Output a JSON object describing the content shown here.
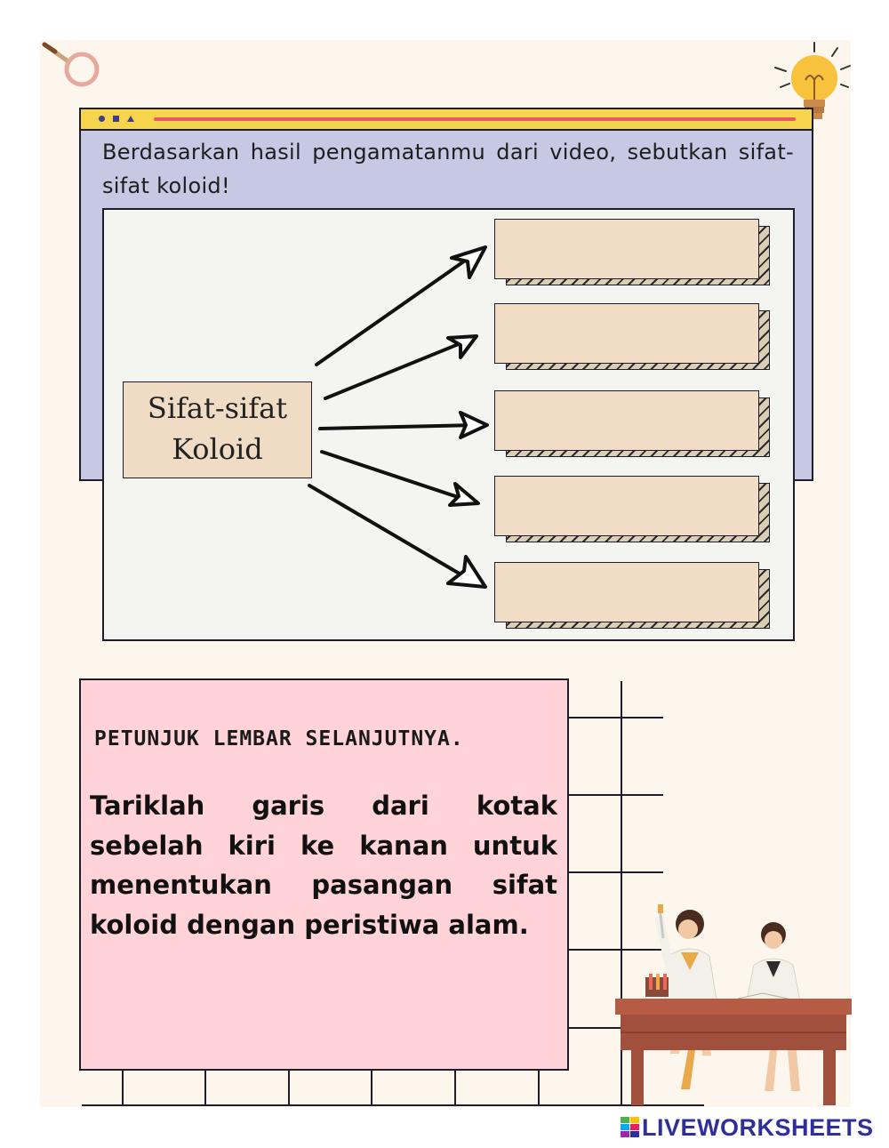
{
  "window": {
    "question": "Berdasarkan hasil pengamatanmu dari video, sebutkan sifat-sifat koloid!"
  },
  "diagram": {
    "source_line1": "Sifat-sifat",
    "source_line2": "Koloid",
    "answer_boxes": [
      "",
      "",
      "",
      "",
      ""
    ]
  },
  "instructions": {
    "title": "PETUNJUK LEMBAR SELANJUTNYA.",
    "text": "Tariklah garis dari kotak sebelah kiri ke kanan untuk menentukan pasangan sifat koloid dengan peristiwa alam."
  },
  "branding": {
    "logo_text": "LIVEWORKSHEETS",
    "colors": {
      "primary": "#2f2f9c",
      "accent_yellow": "#f6d44c",
      "accent_red": "#e7566b",
      "card_pink": "#ffd3d7",
      "box_beige": "#f1dcc6",
      "window_lavender": "#c7c8e3"
    }
  },
  "icons": [
    "magnifier-icon",
    "lightbulb-icon",
    "scientists-illustration"
  ]
}
